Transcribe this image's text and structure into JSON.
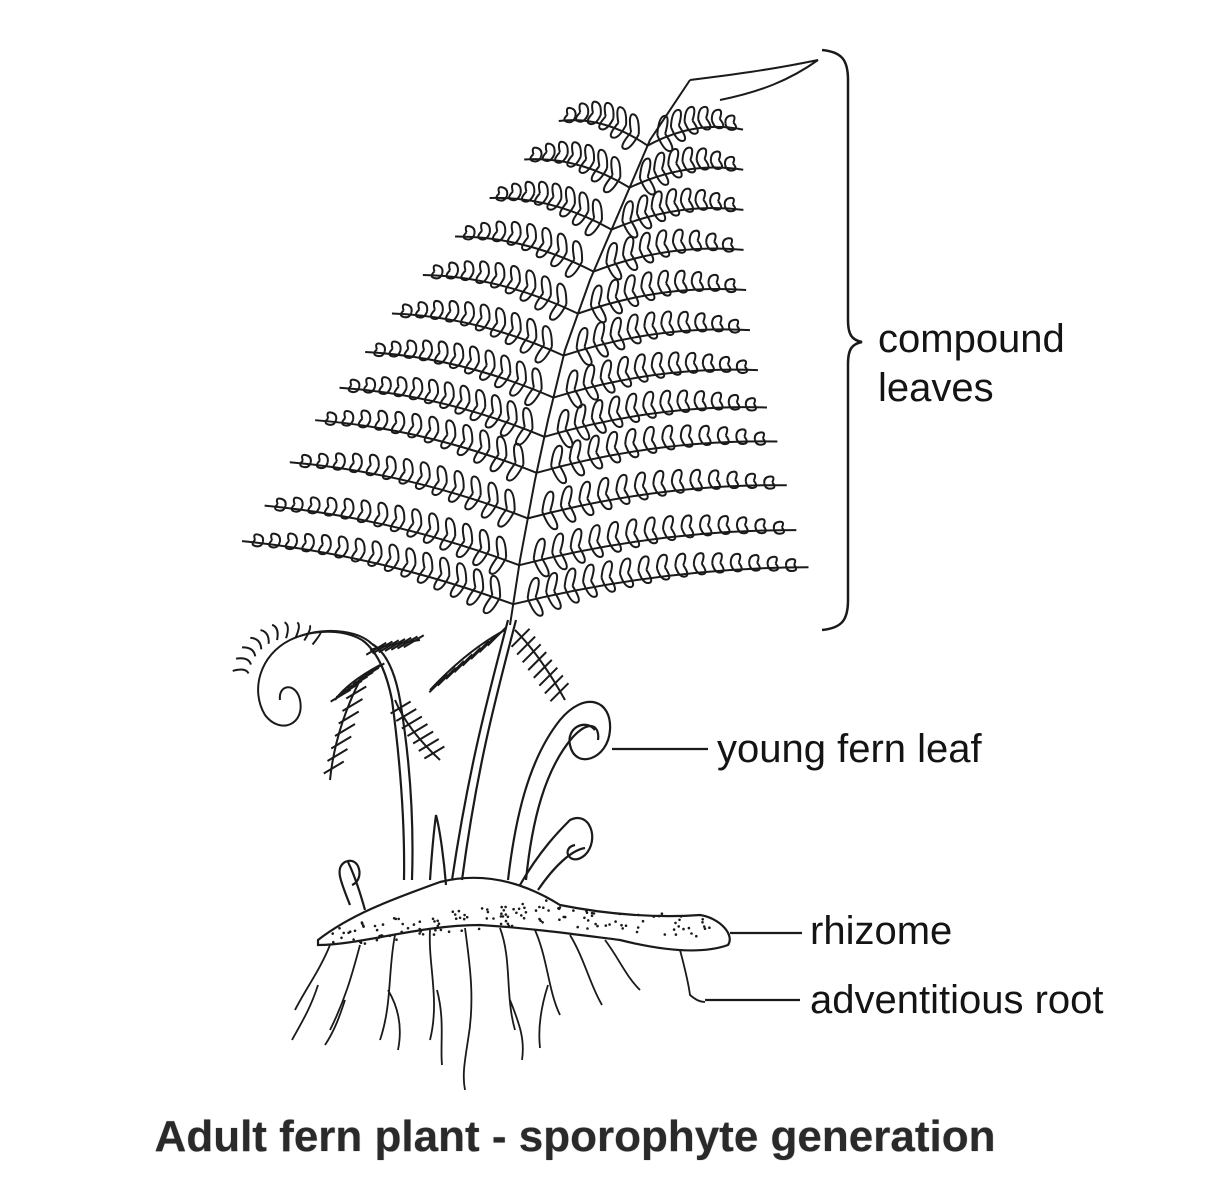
{
  "labels": {
    "compound_leaves_line1": "compound",
    "compound_leaves_line2": "leaves",
    "young_fern_leaf": "young fern leaf",
    "rhizome": "rhizome",
    "adventitious_root": "adventitious root"
  },
  "caption": "Adult fern plant - sporophyte generation",
  "colors": {
    "ink": "#141414",
    "caption": "#2a2a2a",
    "background": "#ffffff"
  },
  "icons": [
    "fern-frond",
    "fiddlehead",
    "rhizome",
    "roots",
    "brace"
  ]
}
